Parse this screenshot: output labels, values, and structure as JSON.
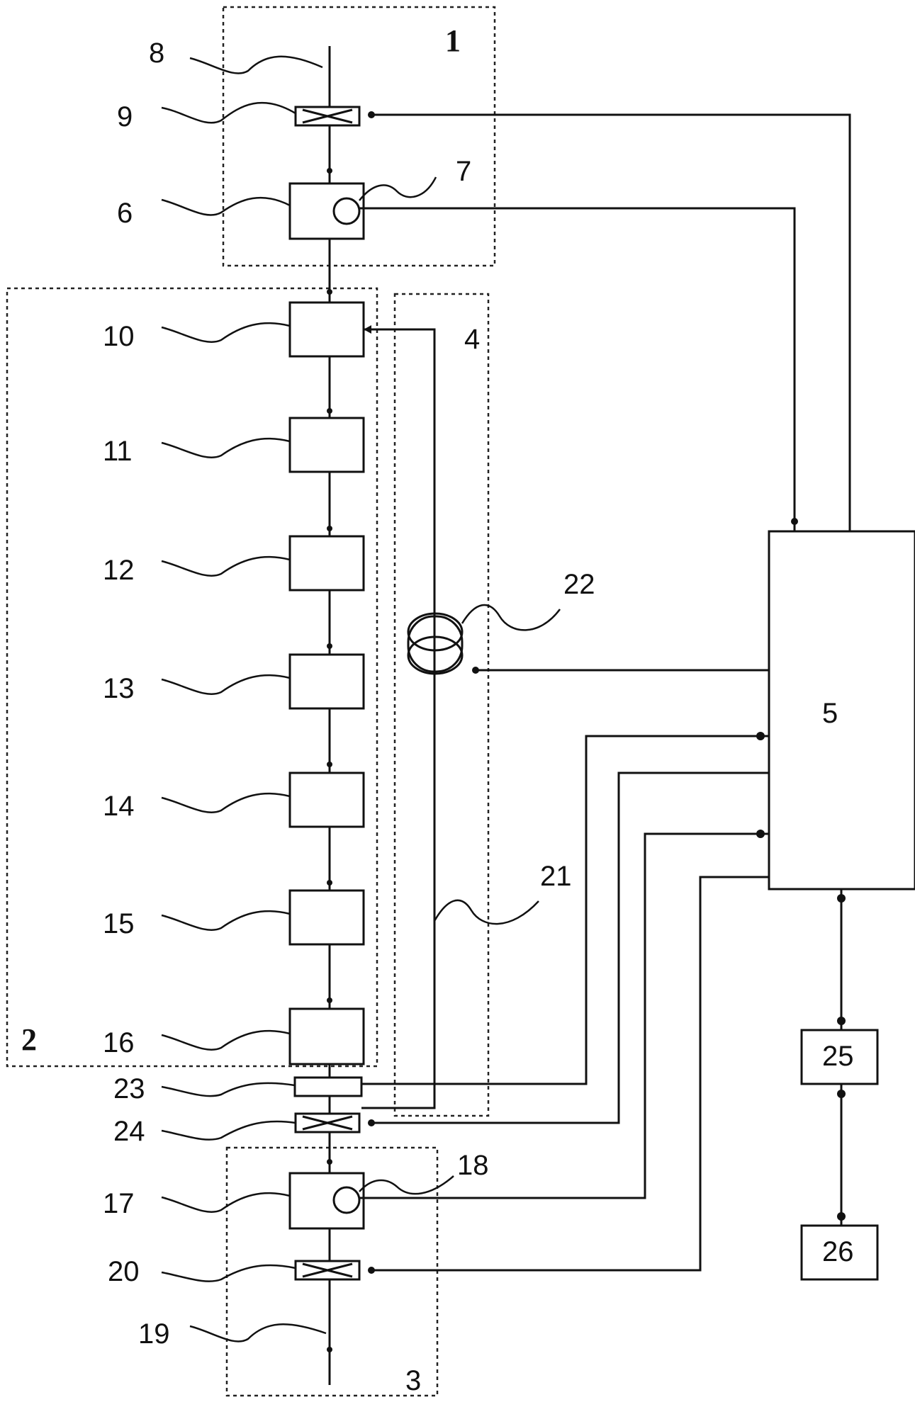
{
  "labels": {
    "n1": "1",
    "n2": "2",
    "n3": "3",
    "n4": "4",
    "n5": "5",
    "n6": "6",
    "n7": "7",
    "n8": "8",
    "n9": "9",
    "n10": "10",
    "n11": "11",
    "n12": "12",
    "n13": "13",
    "n14": "14",
    "n15": "15",
    "n16": "16",
    "n17": "17",
    "n18": "18",
    "n19": "19",
    "n20": "20",
    "n21": "21",
    "n22": "22",
    "n23": "23",
    "n24": "24",
    "n25": "25",
    "n26": "26"
  }
}
